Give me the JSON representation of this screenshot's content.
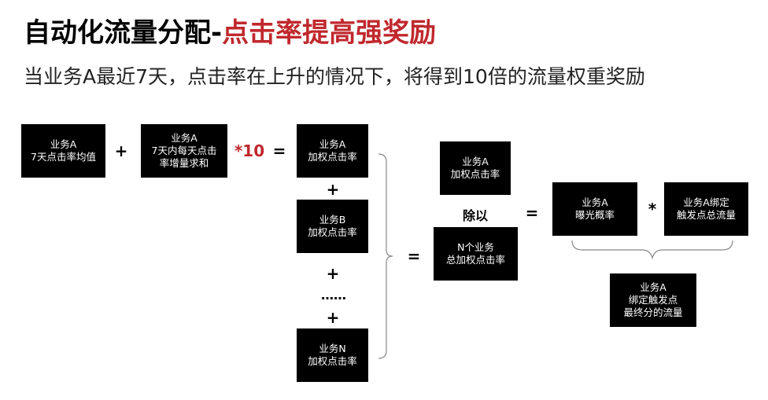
{
  "header": {
    "title_main": "自动化流量分配-",
    "title_accent": "点击率提高强奖励",
    "subtitle": "当业务A最近7天，点击率在上升的情况下，将得到10倍的流量权重奖励"
  },
  "colors": {
    "accent": "#c0282d",
    "box_bg": "#000000",
    "box_text": "#ffffff"
  },
  "boxes": {
    "avg_ctr": "业务A\n7天点击率均值",
    "daily_increase_sum": "业务A\n7天内每天点击\n率增量求和",
    "weighted_a": "业务A\n加权点击率",
    "weighted_b": "业务B\n加权点击率",
    "weighted_n": "业务N\n加权点击率",
    "weighted_a_right": "业务A\n加权点击率",
    "total_weighted": "N个业务\n总加权点击率",
    "exposure_prob": "业务A\n曝光概率",
    "bound_trigger_traffic": "业务A绑定\n触发点总流量",
    "final_traffic": "业务A\n绑定触发点\n最终分的流量"
  },
  "operators": {
    "plus1": "+",
    "times10": "*10",
    "equals1": "=",
    "plus_b": "+",
    "plus_dots": "+",
    "ellipsis": "……",
    "plus_n": "+",
    "equals_sum": "=",
    "divide_by": "除以",
    "equals2": "=",
    "multiply": "*"
  }
}
